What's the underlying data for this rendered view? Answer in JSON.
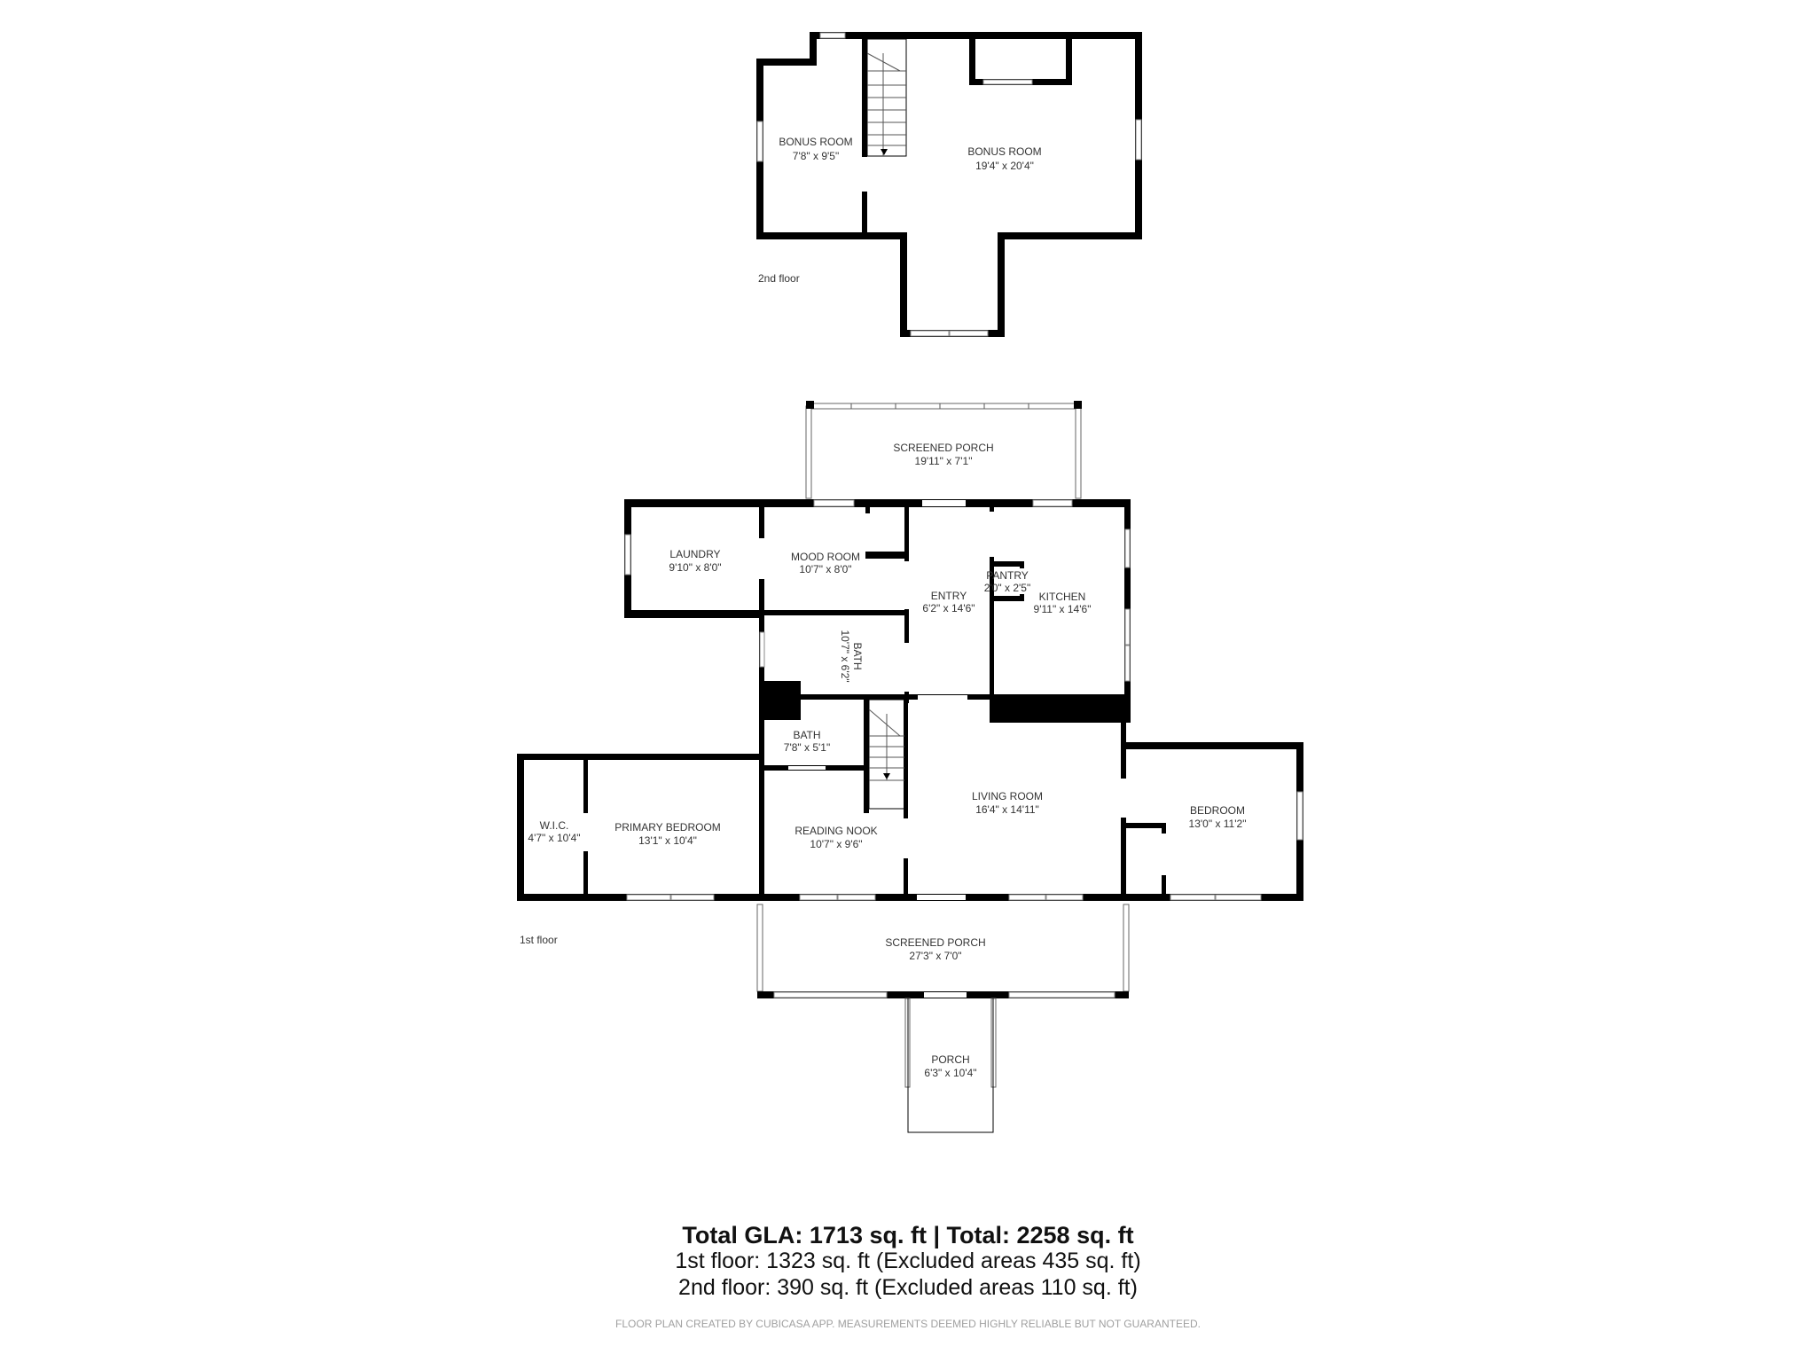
{
  "second_floor": {
    "label": "2nd floor",
    "rooms": [
      {
        "name": "BONUS ROOM",
        "dims": "7'8\" x 9'5\""
      },
      {
        "name": "BONUS ROOM",
        "dims": "19'4\" x 20'4\""
      }
    ]
  },
  "first_floor": {
    "label": "1st floor",
    "rooms": [
      {
        "name": "SCREENED PORCH",
        "dims": "19'11\" x 7'1\""
      },
      {
        "name": "LAUNDRY",
        "dims": "9'10\" x 8'0\""
      },
      {
        "name": "MOOD ROOM",
        "dims": "10'7\" x 8'0\""
      },
      {
        "name": "ENTRY",
        "dims": "6'2\" x 14'6\""
      },
      {
        "name": "PANTRY",
        "dims": "2'0\" x 2'5\""
      },
      {
        "name": "KITCHEN",
        "dims": "9'11\" x 14'6\""
      },
      {
        "name": "BATH",
        "dims": "10'7\" x 6'2\""
      },
      {
        "name": "BATH",
        "dims": "7'8\" x 5'1\""
      },
      {
        "name": "W.I.C.",
        "dims": "4'7\" x 10'4\""
      },
      {
        "name": "PRIMARY BEDROOM",
        "dims": "13'1\" x 10'4\""
      },
      {
        "name": "READING NOOK",
        "dims": "10'7\" x 9'6\""
      },
      {
        "name": "LIVING ROOM",
        "dims": "16'4\" x 14'11\""
      },
      {
        "name": "BEDROOM",
        "dims": "13'0\" x 11'2\""
      },
      {
        "name": "SCREENED PORCH",
        "dims": "27'3\" x 7'0\""
      },
      {
        "name": "PORCH",
        "dims": "6'3\" x 10'4\""
      }
    ]
  },
  "summary": {
    "total": "Total GLA: 1713 sq. ft | Total: 2258 sq. ft",
    "first": "1st floor: 1323 sq. ft (Excluded areas 435 sq. ft)",
    "second": "2nd floor: 390 sq. ft (Excluded areas 110 sq. ft)"
  },
  "disclaimer": "FLOOR PLAN CREATED BY CUBICASA APP. MEASUREMENTS DEEMED HIGHLY RELIABLE BUT NOT GUARANTEED.",
  "colors": {
    "walls": "#000000",
    "text": "#333333",
    "disclaimer": "#a0a0a0"
  }
}
